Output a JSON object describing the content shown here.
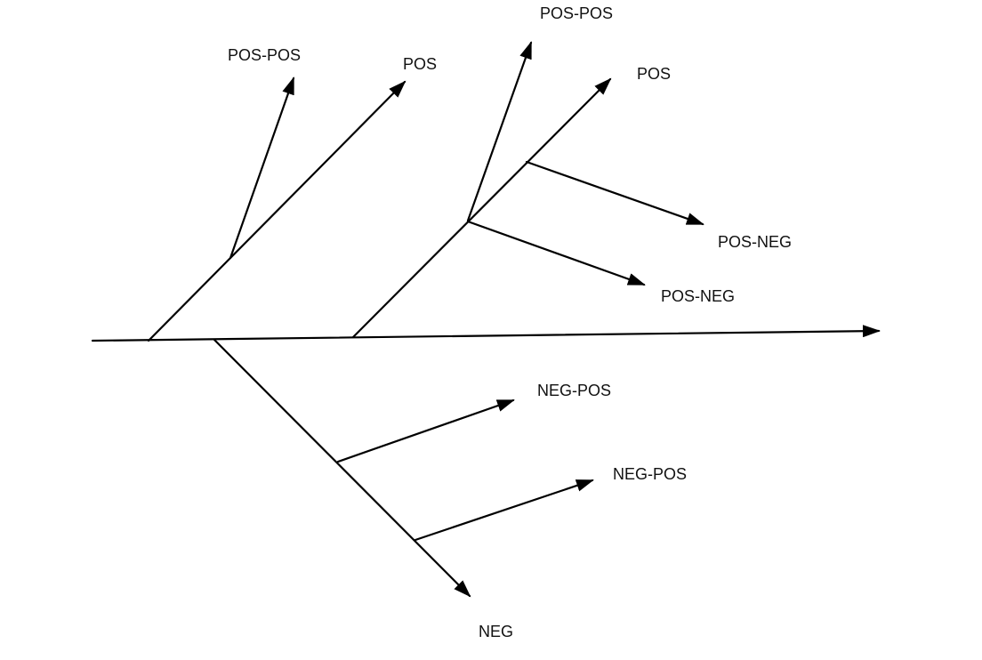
{
  "diagram": {
    "labels": {
      "upper_left_posneg": "POS-POS",
      "upper_left_pos": "POS",
      "upper_right_pospos": "POS-POS",
      "upper_right_pos": "POS",
      "upper_right_posneg_1": "POS-NEG",
      "upper_right_posneg_2": "POS-NEG",
      "lower_negpos_1": "NEG-POS",
      "lower_negpos_2": "NEG-POS",
      "lower_neg": "NEG"
    },
    "colors": {
      "line": "#000000",
      "text": "#111111",
      "background": "#ffffff"
    }
  }
}
